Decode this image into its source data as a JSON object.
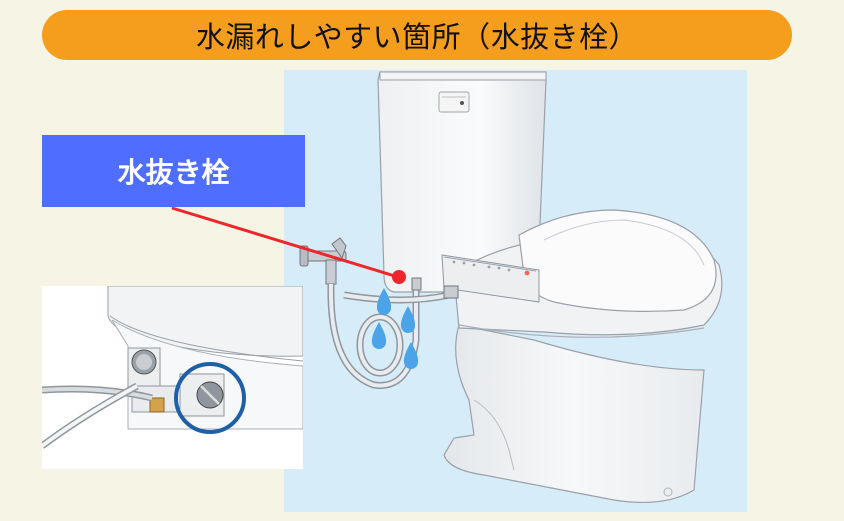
{
  "header": {
    "title": "水漏れしやすい箇所（水抜き栓）"
  },
  "callout": {
    "label": "水抜き栓"
  },
  "colors": {
    "background": "#F6F5E5",
    "title_pill": "#F59E1E",
    "illustration_bg": "#D6ECF9",
    "label_box": "#4F6EFF",
    "pointer": "#F0262B",
    "water_drop": "#4DA3E8",
    "inset_circle": "#1E5FA8"
  },
  "illustration": {
    "subject": "toilet with tank and electronic bidet seat",
    "water_drops": 4,
    "icons": [
      "toilet-illustration",
      "water-drop-icon",
      "supply-valve",
      "braided-hose",
      "control-panel"
    ]
  },
  "inset": {
    "subject": "close-up of drain plug under bidet seat",
    "highlight": "circle around drain plug"
  }
}
